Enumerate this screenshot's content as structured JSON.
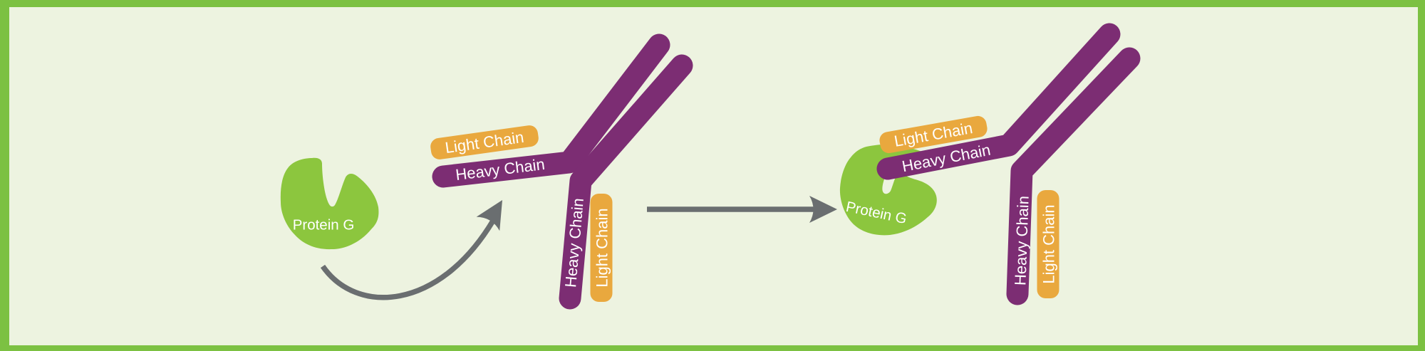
{
  "colors": {
    "frame_green": "#7cc142",
    "background": "#edf3e0",
    "protein_g_green": "#8cc63e",
    "heavy_chain_purple": "#7c2d73",
    "light_chain_orange": "#e9a83e",
    "arrow_gray": "#6a6e70",
    "label_white": "#ffffff"
  },
  "unbound": {
    "protein_g_label": "Protein G",
    "antibody": {
      "arm_light_chain_label": "Light Chain",
      "arm_heavy_chain_label": "Heavy Chain",
      "stem_heavy_chain_label": "Heavy Chain",
      "stem_light_chain_label": "Light Chain"
    }
  },
  "bound": {
    "protein_g_label": "Protein G",
    "antibody": {
      "arm_light_chain_label": "Light Chain",
      "arm_heavy_chain_label": "Heavy Chain",
      "stem_heavy_chain_label": "Heavy Chain",
      "stem_light_chain_label": "Light Chain"
    }
  }
}
